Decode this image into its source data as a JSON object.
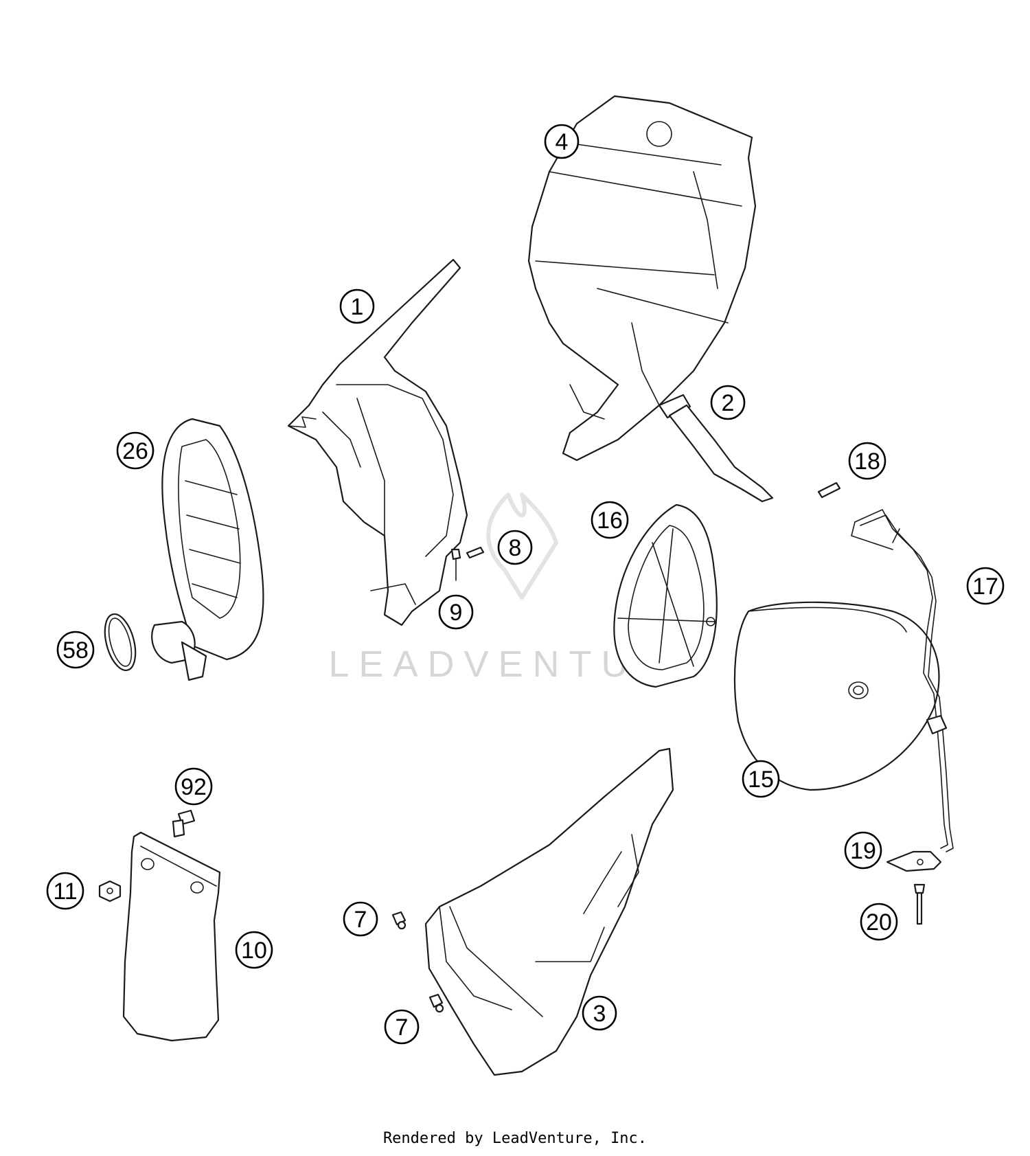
{
  "diagram": {
    "callouts": {
      "c1": "1",
      "c2": "2",
      "c3": "3",
      "c4": "4",
      "c7a": "7",
      "c7b": "7",
      "c8": "8",
      "c9": "9",
      "c10": "10",
      "c11": "11",
      "c15": "15",
      "c16": "16",
      "c17": "17",
      "c18": "18",
      "c19": "19",
      "c20": "20",
      "c26": "26",
      "c58": "58",
      "c92": "92"
    },
    "watermark": "LEADVENTURE"
  },
  "footer": {
    "credit": "Rendered by LeadVenture, Inc."
  }
}
